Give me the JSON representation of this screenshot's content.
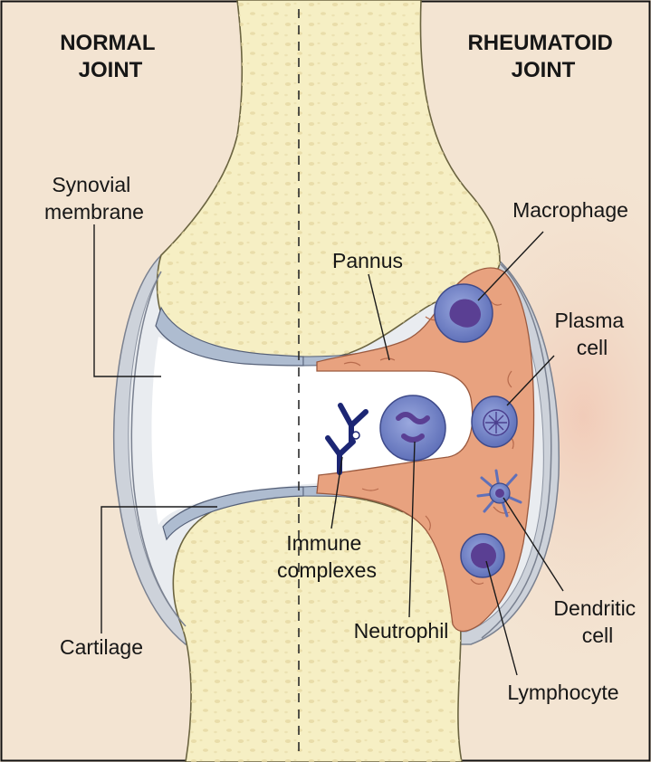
{
  "headers": {
    "normal": [
      "NORMAL",
      "JOINT"
    ],
    "rheumatoid": [
      "RHEUMATOID",
      "JOINT"
    ]
  },
  "labels": {
    "synovial_membrane": [
      "Synovial",
      "membrane"
    ],
    "cartilage": "Cartilage",
    "pannus": "Pannus",
    "macrophage": "Macrophage",
    "plasma_cell": [
      "Plasma",
      "cell"
    ],
    "immune_complexes": [
      "Immune",
      "complexes"
    ],
    "neutrophil": "Neutrophil",
    "dendritic_cell": [
      "Dendritic",
      "cell"
    ],
    "lymphocyte": "Lymphocyte"
  },
  "colors": {
    "background": "#f3e4d2",
    "bone": "#f6efc4",
    "bone_speckle": "#e7d9a4",
    "cartilage": "#aebcd0",
    "capsule": "#c9ced6",
    "pannus": "#e8a27f",
    "joint_space": "#ffffff",
    "cell_fill": "#6e7fc4",
    "cell_nucleus": "#5a3f93",
    "antibody": "#1c2674"
  },
  "icons": {
    "immune_complex": "antibody-y-shape",
    "cells": "round-cell-with-nucleus"
  }
}
